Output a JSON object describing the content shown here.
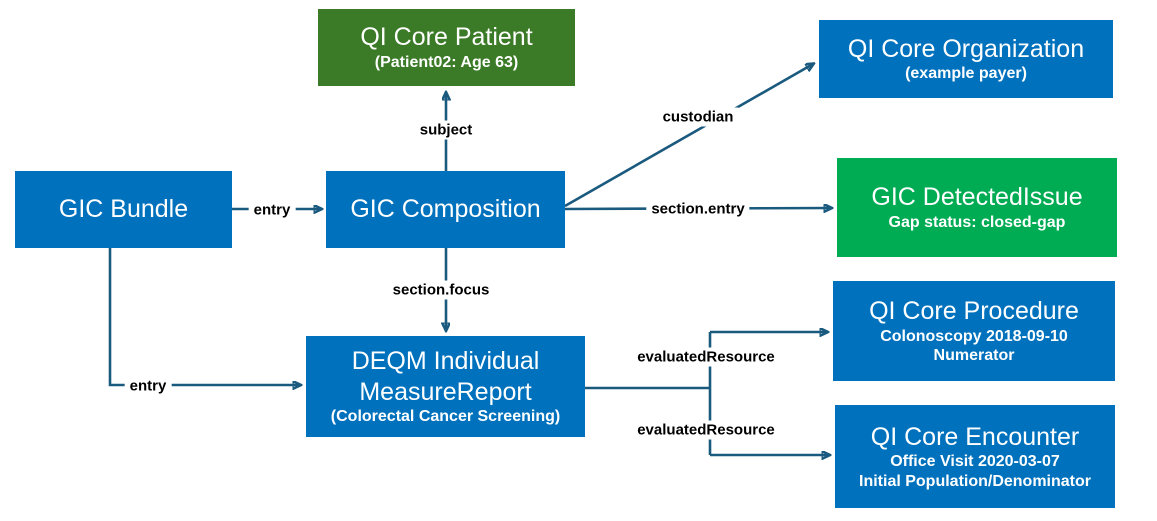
{
  "colors": {
    "background": "#ffffff",
    "box_blue": "#0071bd",
    "box_green_dark": "#3b7a26",
    "box_green_bright": "#00ac53",
    "box_text": "#ffffff",
    "connector": "#1a5a7e",
    "edge_label_text": "#000000"
  },
  "diagram": {
    "boxes": {
      "gic_bundle": {
        "title": "GIC Bundle"
      },
      "qi_core_patient": {
        "title": "QI Core Patient",
        "subtitle": "(Patient02: Age 63)"
      },
      "gic_composition": {
        "title": "GIC Composition"
      },
      "qi_core_organization": {
        "title": "QI Core Organization",
        "subtitle": "(example payer)"
      },
      "gic_detectedissue": {
        "title": "GIC DetectedIssue",
        "subtitle": "Gap status: closed-gap"
      },
      "deqm_measurereport": {
        "title": "DEQM Individual MeasureReport",
        "subtitle": "(Colorectal Cancer Screening)"
      },
      "qi_core_procedure": {
        "title": "QI Core Procedure",
        "subtitle": "Colonoscopy 2018-09-10",
        "subtitle2": "Numerator"
      },
      "qi_core_encounter": {
        "title": "QI Core Encounter",
        "subtitle": "Office Visit 2020-03-07",
        "subtitle2": "Initial Population/Denominator"
      }
    },
    "edge_labels": {
      "entry_bundle_composition": "entry",
      "subject": "subject",
      "custodian": "custodian",
      "section_entry": "section.entry",
      "section_focus": "section.focus",
      "entry_bundle_measurereport": "entry",
      "evaluated_resource_procedure": "evaluatedResource",
      "evaluated_resource_encounter": "evaluatedResource"
    }
  }
}
